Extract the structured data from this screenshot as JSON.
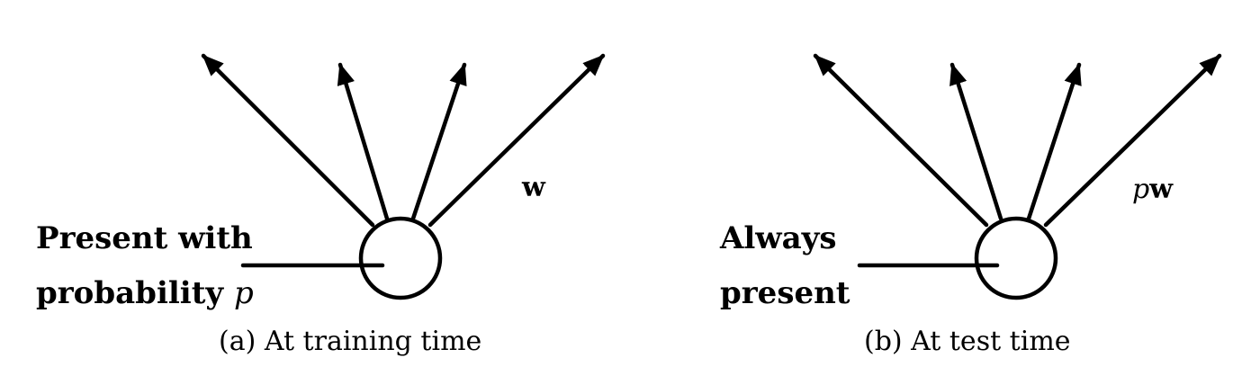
{
  "panels": [
    {
      "id": "a",
      "label_line1": "Present with",
      "label_line2": "probability",
      "label_var": "p",
      "weight_prefix": "",
      "weight_bold": "w",
      "caption": "(a) At training time"
    },
    {
      "id": "b",
      "label_line1": "Always",
      "label_line2": "present",
      "label_var": "",
      "weight_prefix": "p",
      "weight_bold": "w",
      "caption": "(b) At test time"
    }
  ]
}
